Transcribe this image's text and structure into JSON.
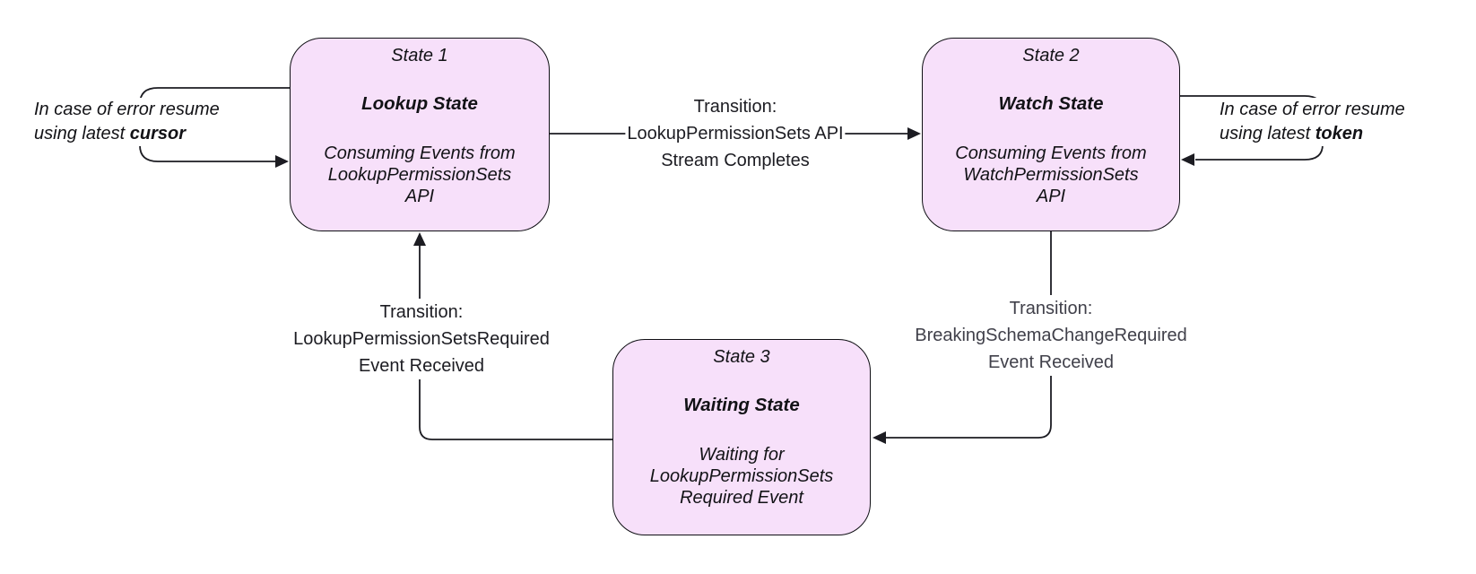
{
  "colors": {
    "state_fill": "#f7e0fa",
    "state_border": "#0f0f14",
    "line_color": "#1c1c22",
    "muted_text": "#40404a"
  },
  "states": [
    {
      "label": "State 1",
      "title": "Lookup State",
      "body": "Consuming Events from\nLookupPermissionSets\nAPI"
    },
    {
      "label": "State 2",
      "title": "Watch State",
      "body": "Consuming Events from\nWatchPermissionSets\nAPI"
    },
    {
      "label": "State 3",
      "title": "Waiting State",
      "body": "Waiting for\nLookupPermissionSets\nRequired Event"
    }
  ],
  "transitions": {
    "s1_to_s2": "Transition:\nLookupPermissionSets API\nStream Completes",
    "s2_to_s3": "Transition:\nBreakingSchemaChangeRequired\nEvent Received",
    "s3_to_s1": "Transition:\nLookupPermissionSetsRequired\nEvent Received"
  },
  "loops": {
    "state1": {
      "line1": "In case of error resume",
      "line2_prefix": "using latest ",
      "line2_bold": "cursor"
    },
    "state2": {
      "line1": "In case of error resume",
      "line2_prefix": "using latest ",
      "line2_bold": "token"
    }
  }
}
